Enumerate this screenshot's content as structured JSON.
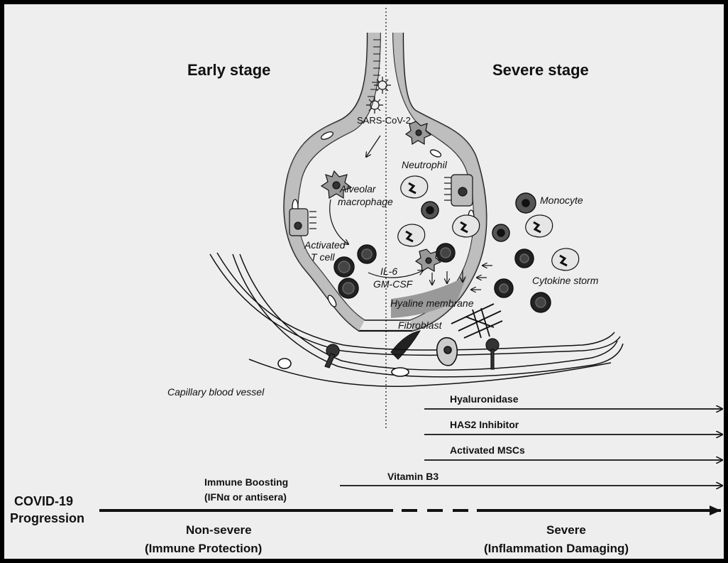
{
  "stages": {
    "early": "Early stage",
    "severe": "Severe stage"
  },
  "cells": {
    "virus": "SARS-CoV-2",
    "neutrophil": "Neutrophil",
    "monocyte": "Monocyte",
    "alveolar_macrophage": [
      "Alveolar",
      "macrophage"
    ],
    "activated_t_cell": [
      "Activated",
      "T cell"
    ],
    "il6": "IL-6",
    "gm_csf": "GM-CSF",
    "cytokine_storm": "Cytokine storm",
    "hyaline_membrane": "Hyaline membrane",
    "fibroblast": "Fibroblast",
    "capillary": "Capillary blood vessel"
  },
  "treatments": [
    {
      "label": "Hyaluronidase"
    },
    {
      "label": "HAS2 Inhibitor"
    },
    {
      "label": "Activated MSCs"
    },
    {
      "label": "Vitamin B3"
    }
  ],
  "immune_boosting": [
    "Immune Boosting",
    "(IFNα or antisera)"
  ],
  "progression": {
    "title": [
      "COVID-19",
      "Progression"
    ],
    "non_severe": [
      "Non-severe",
      "(Immune Protection)"
    ],
    "severe": [
      "Severe",
      "(Inflammation Damaging)"
    ]
  }
}
